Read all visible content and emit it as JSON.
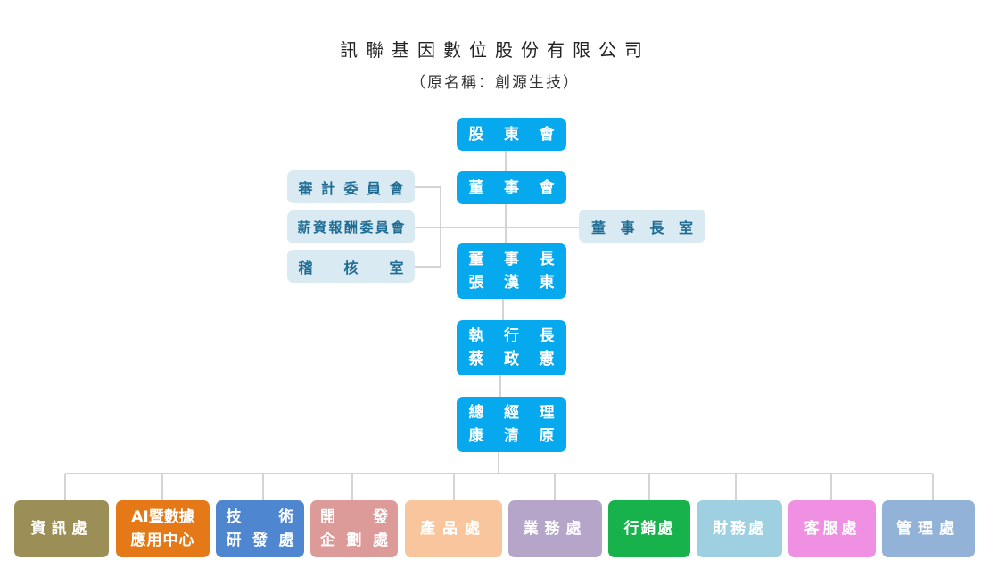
{
  "header": {
    "title": "訊聯基因數位股份有限公司",
    "subtitle": "（原名稱：創源生技）"
  },
  "main_chain": {
    "shareholders": "股東會",
    "board": "董事會",
    "chairman_title": "董事長",
    "chairman_name": "張漢東",
    "ceo_title": "執行長",
    "ceo_name": "蔡政憲",
    "gm_title": "總經理",
    "gm_name": "康清原"
  },
  "committees": {
    "audit": "審計委員會",
    "compensation": "薪資報酬委員會",
    "internal_audit": "稽核室"
  },
  "chairman_office": "董事長室",
  "departments": [
    {
      "line1": "資訊處",
      "line2": "",
      "color": "#9b8e57"
    },
    {
      "line1": "AI暨數據",
      "line2": "應用中心",
      "color": "#e57817"
    },
    {
      "line1": "技術",
      "line2": "研發處",
      "color": "#4e86cf"
    },
    {
      "line1": "開發",
      "line2": "企劃處",
      "color": "#dc9b99"
    },
    {
      "line1": "產品處",
      "line2": "",
      "color": "#f8c59d"
    },
    {
      "line1": "業務處",
      "line2": "",
      "color": "#b4a5c9"
    },
    {
      "line1": "行銷處",
      "line2": "",
      "color": "#17b24b"
    },
    {
      "line1": "財務處",
      "line2": "",
      "color": "#9fd0e1"
    },
    {
      "line1": "客服處",
      "line2": "",
      "color": "#f090e2"
    },
    {
      "line1": "管理處",
      "line2": "",
      "color": "#93b2d8"
    }
  ]
}
